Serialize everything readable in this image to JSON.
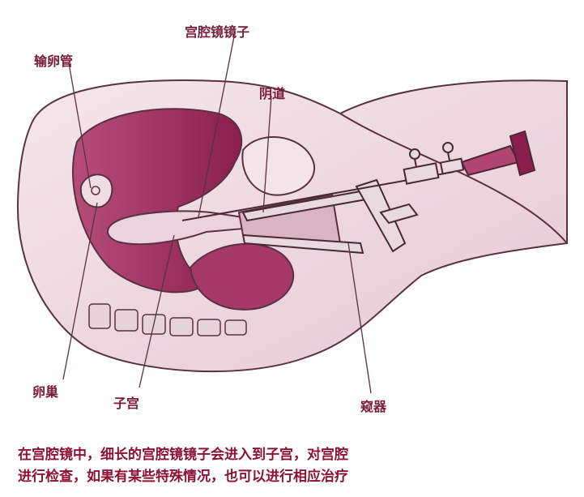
{
  "labels": {
    "hysteroscope_lens": "宫腔镜镜子",
    "fallopian_tube": "输卵管",
    "vagina": "阴道",
    "ovary": "卵巢",
    "uterus": "子宫",
    "speculum": "窥器"
  },
  "caption": {
    "line1": "在宫腔镜中，细长的宫腔镜镜子会进入到子宫，对宫腔",
    "line2": "进行检查，如果有某些特殊情况，也可以进行相应治疗"
  },
  "colors": {
    "body_fill": "#f1dde5",
    "body_outline": "#5a3140",
    "organ_dark": "#9c2a5a",
    "organ_light": "#e9cbd6",
    "label": "#7a1a3c",
    "caption": "#8c1232"
  }
}
